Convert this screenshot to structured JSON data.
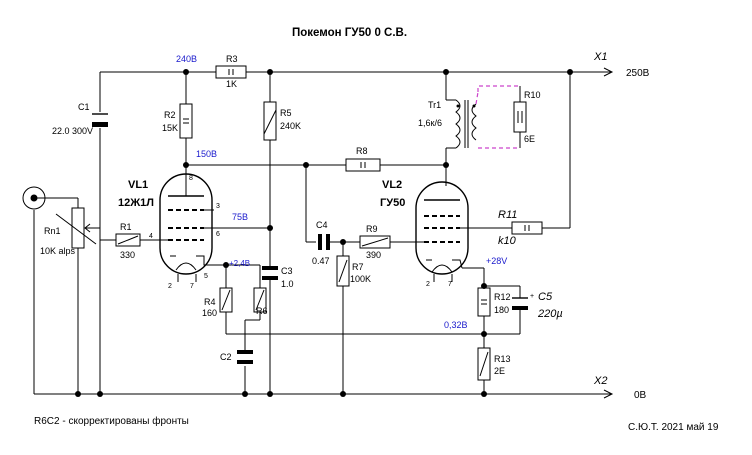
{
  "title": "Покемон ГУ50 0     С.В.",
  "rails": {
    "plus_label": "X1",
    "plus_voltage": "250В",
    "gnd_label": "X2",
    "gnd_voltage": "0В",
    "node_240": "240В"
  },
  "nodes": {
    "v150": "150В",
    "v75": "75В",
    "v2_4": "+2,4В",
    "v28": "+28V",
    "v032": "0,32В"
  },
  "tubes": {
    "vl1_name": "VL1",
    "vl1_type": "12Ж1Л",
    "vl2_name": "VL2",
    "vl2_type": "ГУ50"
  },
  "pins": {
    "vl1_8": "8",
    "vl1_3": "3",
    "vl1_6": "6",
    "vl1_4": "4",
    "vl1_5": "5",
    "vl1_2": "2",
    "vl1_7": "7",
    "vl2_2": "2",
    "vl2_7": "7"
  },
  "components": {
    "C1_name": "C1",
    "C1_val": "22.0 300V",
    "R3_name": "R3",
    "R3_val": "1K",
    "R2_name": "R2",
    "R2_val": "15K",
    "R5_name": "R5",
    "R5_val": "240K",
    "Rn1_name": "Rn1",
    "Rn1_val": "10K alps",
    "R1_name": "R1",
    "R1_val": "330",
    "R4_name": "R4",
    "R4_val": "160",
    "R6_name": "R6",
    "C2_name": "C2",
    "C3_name": "C3",
    "C3_val": "1.0",
    "C4_name": "C4",
    "C4_val": "0.47",
    "R9_name": "R9",
    "R9_val": "390",
    "R7_name": "R7",
    "R7_val": "100K",
    "R8_name": "R8",
    "Tr1_name": "Tr1",
    "Tr1_val": "1,6к/6",
    "R10_name": "R10",
    "R10_val": "6E",
    "R11_name": "R11",
    "R11_val": "k10",
    "R12_name": "R12",
    "R12_val": "180",
    "C5_name": "C5",
    "C5_val": "220µ",
    "R13_name": "R13",
    "R13_val": "2E"
  },
  "footer": {
    "note": "R6C2 - скорректированы фронты",
    "signature": "С.Ю.Т. 2021 май 19"
  }
}
